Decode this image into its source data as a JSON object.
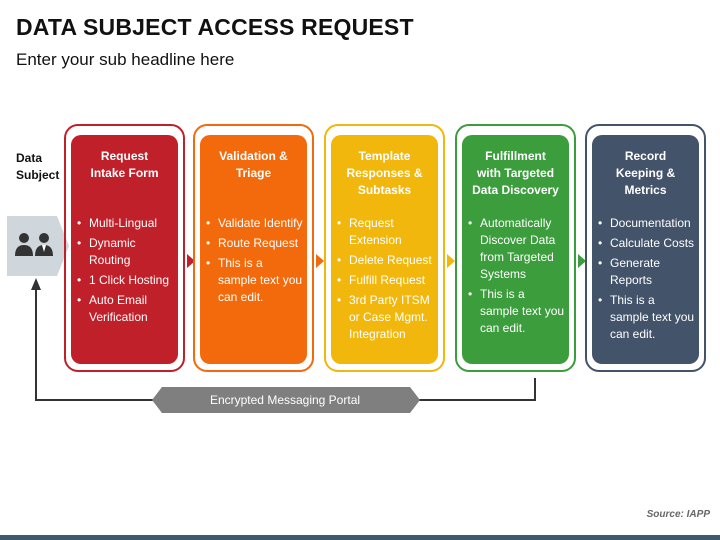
{
  "header": {
    "title": "DATA SUBJECT ACCESS REQUEST",
    "subtitle": "Enter your sub headline here"
  },
  "data_subject": {
    "label_line1": "Data",
    "label_line2": "Subject",
    "icon": "people-icon",
    "box_color": "#cfd6dc"
  },
  "stages": [
    {
      "title": [
        "Request",
        "Intake Form"
      ],
      "color": "#c0202a",
      "items": [
        "Multi-Lingual",
        "Dynamic Routing",
        "1 Click Hosting",
        "Auto Email Verification"
      ]
    },
    {
      "title": [
        "Validation &",
        "Triage"
      ],
      "color": "#f36a0d",
      "items": [
        "Validate Identify",
        "Route Request",
        "This is a sample text you can edit."
      ]
    },
    {
      "title": [
        "Template",
        "Responses &",
        "Subtasks"
      ],
      "color": "#f1b70c",
      "items": [
        "Request Extension",
        "Delete Request",
        "Fulfill Request",
        "3rd Party ITSM or Case Mgmt. Integration"
      ]
    },
    {
      "title": [
        "Fulfillment",
        "with Targeted",
        "Data Discovery"
      ],
      "color": "#3b9d3c",
      "items": [
        "Automatically Discover Data from Targeted Systems",
        "This is a sample text you can edit."
      ]
    },
    {
      "title": [
        "Record",
        "Keeping &",
        "Metrics"
      ],
      "color": "#42536a",
      "items": [
        "Documentation",
        "Calculate Costs",
        "Generate Reports",
        "This is a sample text you can edit."
      ]
    }
  ],
  "portal": {
    "label": "Encrypted Messaging Portal",
    "color": "#7f7f7f",
    "line_color": "#333333"
  },
  "footer": {
    "source": "Source: IAPP"
  }
}
